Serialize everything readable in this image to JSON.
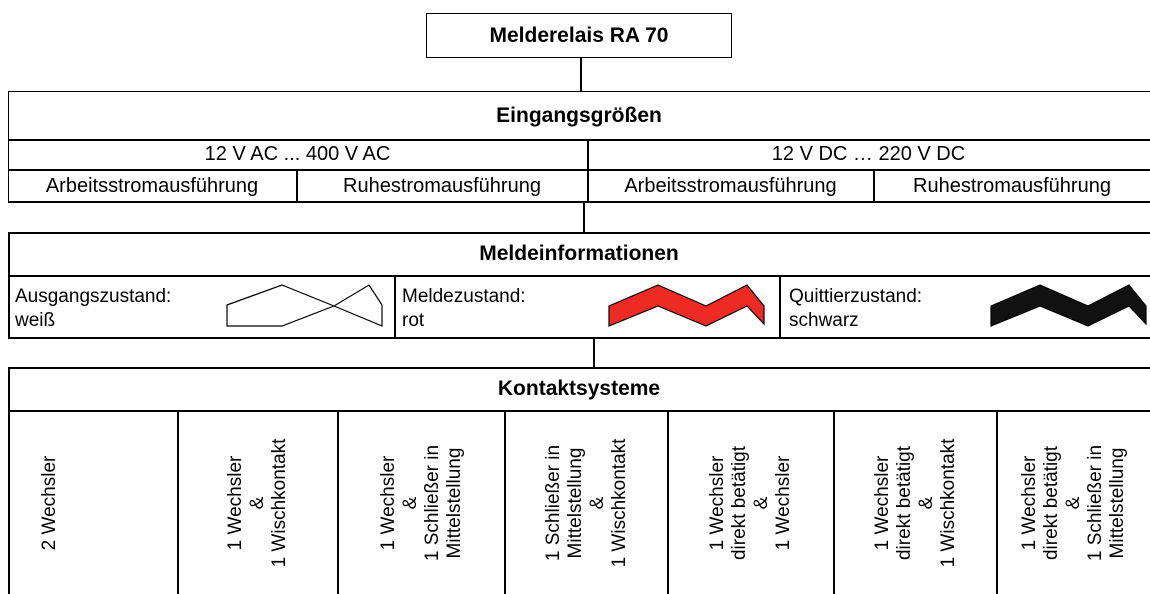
{
  "title": "Melderelais RA 70",
  "input": {
    "heading": "Eingangsgrößen",
    "ac": "12 V AC ... 400 V AC",
    "dc": "12 V DC … 220 V DC",
    "ac_modes": [
      "Arbeitsstromausführung",
      "Ruhestromausführung"
    ],
    "dc_modes": [
      "Arbeitsstromausführung",
      "Ruhestromausführung"
    ]
  },
  "info": {
    "heading": "Meldeinformationen",
    "states": [
      {
        "line1": "Ausgangszustand:",
        "line2": "weiß",
        "color": "#ffffff"
      },
      {
        "line1": "Meldezustand:",
        "line2": "rot",
        "color": "#ee2a24"
      },
      {
        "line1": "Quittierzustand:",
        "line2": "schwarz",
        "color": "#111111"
      }
    ]
  },
  "contacts": {
    "heading": "Kontaktsysteme",
    "items": [
      {
        "lines": [
          "2 Wechsler",
          "",
          ""
        ]
      },
      {
        "lines": [
          "1 Wechsler",
          "&",
          "1 Wischkontakt"
        ]
      },
      {
        "lines": [
          "1 Wechsler",
          "&",
          "1 Schließer in",
          "Mittelstellung"
        ]
      },
      {
        "lines": [
          "1 Schließer in",
          "Mittelstellung",
          "&",
          "1 Wischkontakt"
        ]
      },
      {
        "lines": [
          "1 Wechsler",
          "direkt betätigt",
          "&",
          "1 Wechsler"
        ]
      },
      {
        "lines": [
          "1 Wechsler",
          "direkt betätigt",
          "&",
          "1 Wischkontakt"
        ]
      },
      {
        "lines": [
          "1 Wechsler",
          "direkt betätigt",
          "&",
          "1 Schließer in",
          "Mittelstellung"
        ]
      }
    ]
  }
}
